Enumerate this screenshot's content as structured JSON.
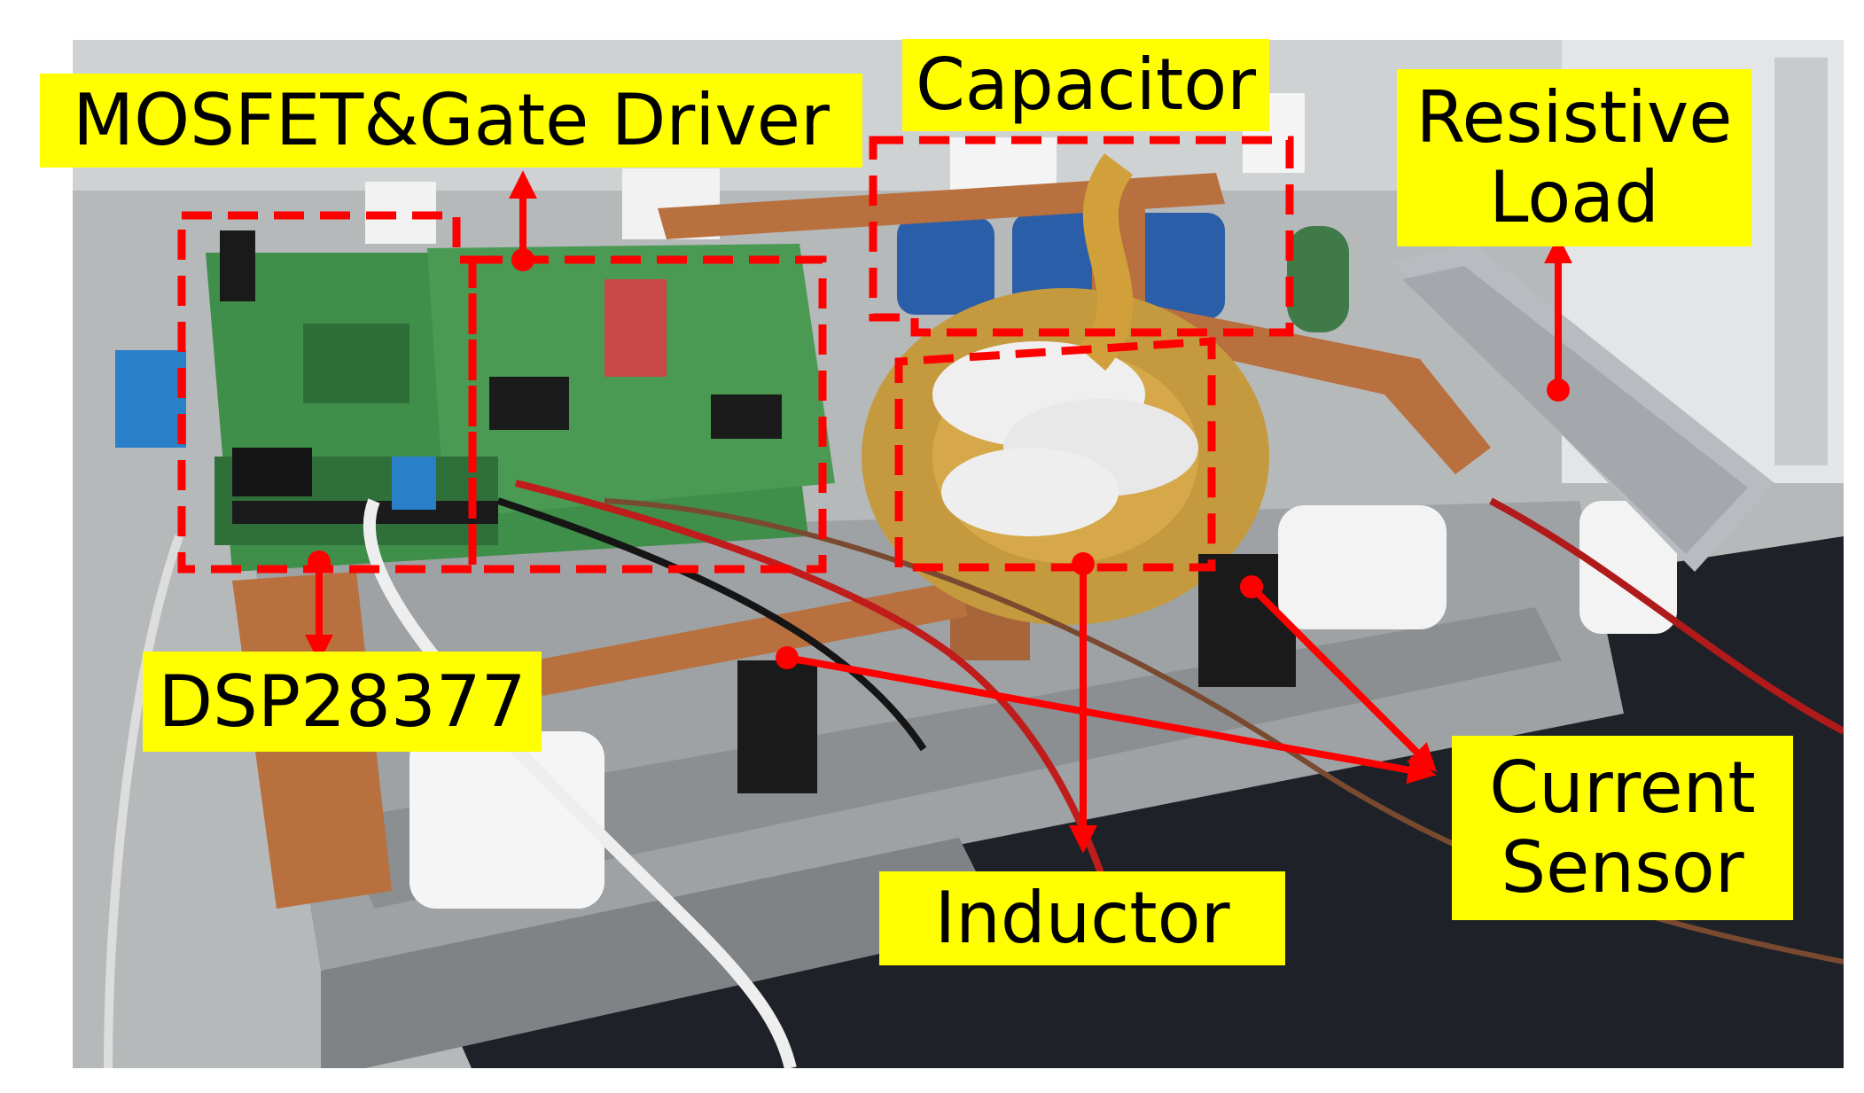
{
  "labels": {
    "mosfet_gate_driver": "MOSFET&Gate Driver",
    "capacitor": "Capacitor",
    "resistive_load_line1": "Resistive",
    "resistive_load_line2": "Load",
    "dsp": "DSP28377",
    "current_sensor_line1": "Current",
    "current_sensor_line2": "Sensor",
    "inductor": "Inductor"
  },
  "colors": {
    "label_background": "#ffff00",
    "annotation_red": "#ff0000",
    "pcb_green": "#3f8f4a",
    "copper": "#b8703e",
    "capacitor_blue": "#2b5ea8"
  },
  "icons": {
    "arrow": "arrow-icon"
  }
}
